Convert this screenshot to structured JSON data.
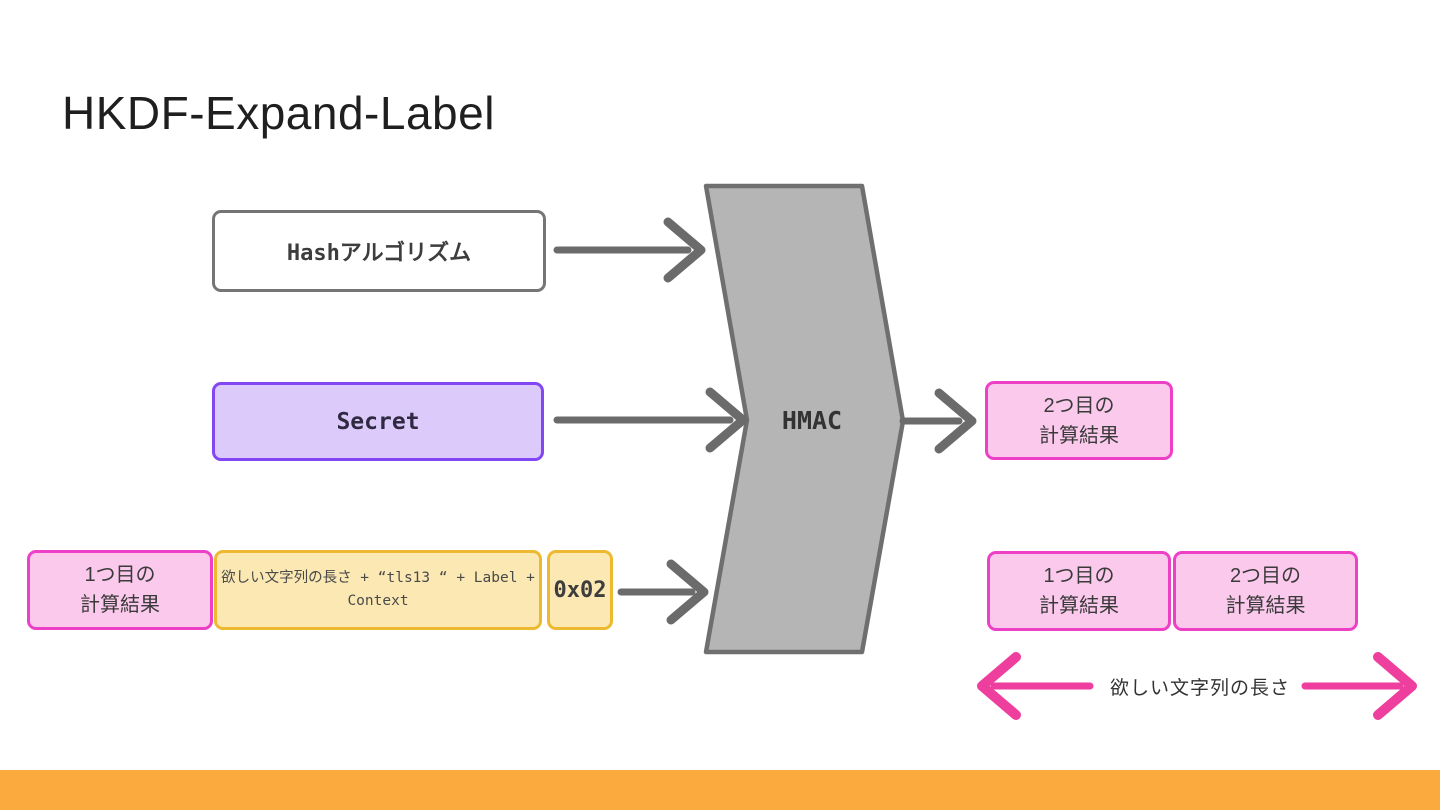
{
  "slide": {
    "title": "HKDF-Expand-Label"
  },
  "nodes": {
    "hash": {
      "label": "Hashアルゴリズム"
    },
    "secret": {
      "label": "Secret"
    },
    "result1_left": {
      "line1": "1つ目の",
      "line2": "計算結果"
    },
    "info": {
      "line1": "欲しい文字列の長さ + “tls13 “ + Label +",
      "line2": "Context"
    },
    "prefix": {
      "label": "0x02"
    },
    "hmac": {
      "label": "HMAC"
    },
    "result2_mid": {
      "line1": "2つ目の",
      "line2": "計算結果"
    },
    "result1_bottom": {
      "line1": "1つ目の",
      "line2": "計算結果"
    },
    "result2_bottom": {
      "line1": "2つ目の",
      "line2": "計算結果"
    },
    "length_caption": "欲しい文字列の長さ"
  },
  "colors": {
    "pink_fill": "#fbc9ec",
    "pink_border": "#ee40c6",
    "purple_fill": "#dccbfa",
    "purple_border": "#8246f5",
    "yellow_fill": "#fbe8b3",
    "yellow_border": "#edb930",
    "gray_fill": "#b5b5b5",
    "gray_stroke": "#6f6f6f",
    "arrow_gray": "#6b6b6b",
    "arrow_pink": "#ee3f9e",
    "footer_orange": "#fbaa3d"
  }
}
